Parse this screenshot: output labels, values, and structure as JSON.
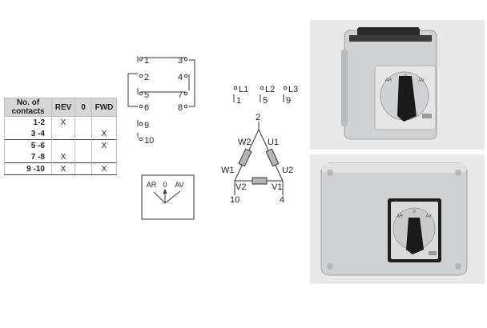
{
  "table": {
    "headers": [
      "No. of\ncontacts",
      "REV",
      "0",
      "FWD"
    ],
    "rows": [
      {
        "contacts": "1-2",
        "rev": "X",
        "zero": "",
        "fwd": ""
      },
      {
        "contacts": "3 -4",
        "rev": "",
        "zero": "",
        "fwd": "X"
      },
      {
        "contacts": "5 -6",
        "rev": "",
        "zero": "",
        "fwd": "X"
      },
      {
        "contacts": "7 -8",
        "rev": "X",
        "zero": "",
        "fwd": ""
      },
      {
        "contacts": "9 -10",
        "rev": "X",
        "zero": "",
        "fwd": "X"
      }
    ]
  },
  "contact_diagram": {
    "left_labels": [
      "1",
      "2",
      "5",
      "6",
      "9",
      "10"
    ],
    "right_labels": [
      "3",
      "4",
      "7",
      "8"
    ]
  },
  "dial": {
    "left": "AR",
    "center": "0",
    "right": "AV"
  },
  "terminals": {
    "line": [
      "L1",
      "L2",
      "L3"
    ],
    "numbers": [
      "1",
      "5",
      "9"
    ]
  },
  "motor": {
    "top": "2",
    "w2": "W2",
    "u1": "U1",
    "w1": "W1",
    "u2": "U2",
    "v2": "V2",
    "v1": "V1",
    "bottom_left": "10",
    "bottom_right": "4"
  },
  "photos": {
    "knob_labels": [
      "AR",
      "0",
      "AV"
    ]
  },
  "colors": {
    "line": "#333333",
    "resistor_fill": "#b5b5b5",
    "enclosure_grey": "#cfd2d4",
    "knob_black": "#1a1a1a",
    "photo_bg": "#e9e9e9"
  }
}
